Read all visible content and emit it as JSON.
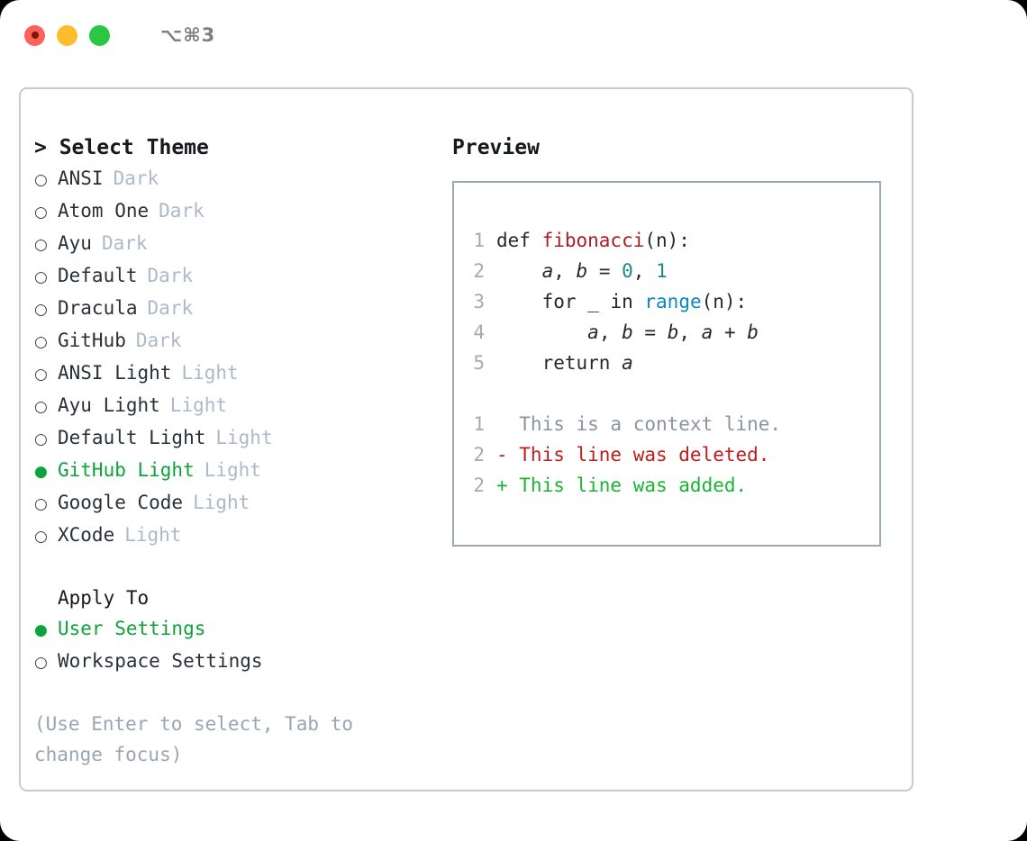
{
  "titlebar": {
    "shortcut": "⌥⌘3",
    "lights": [
      "close-red",
      "minimize-yellow",
      "zoom-green"
    ]
  },
  "theme_picker": {
    "heading": "> Select Theme",
    "marker_selected": "●",
    "marker_unselected": "○",
    "items": [
      {
        "label": "ANSI",
        "tag": "Dark",
        "selected": false
      },
      {
        "label": "Atom One",
        "tag": "Dark",
        "selected": false
      },
      {
        "label": "Ayu",
        "tag": "Dark",
        "selected": false
      },
      {
        "label": "Default",
        "tag": "Dark",
        "selected": false
      },
      {
        "label": "Dracula",
        "tag": "Dark",
        "selected": false
      },
      {
        "label": "GitHub",
        "tag": "Dark",
        "selected": false
      },
      {
        "label": "ANSI Light",
        "tag": "Light",
        "selected": false
      },
      {
        "label": "Ayu Light",
        "tag": "Light",
        "selected": false
      },
      {
        "label": "Default Light",
        "tag": "Light",
        "selected": false
      },
      {
        "label": "GitHub Light",
        "tag": "Light",
        "selected": true
      },
      {
        "label": "Google Code",
        "tag": "Light",
        "selected": false
      },
      {
        "label": "XCode",
        "tag": "Light",
        "selected": false
      }
    ]
  },
  "apply_to": {
    "heading": "Apply To",
    "options": [
      {
        "label": "User Settings",
        "selected": true
      },
      {
        "label": "Workspace Settings",
        "selected": false
      }
    ]
  },
  "hint": "(Use Enter to select, Tab to change focus)",
  "preview": {
    "title": "Preview",
    "code_lines": [
      {
        "no": "1",
        "tokens": [
          {
            "t": "def ",
            "c": "kw"
          },
          {
            "t": "fibonacci",
            "c": "fn"
          },
          {
            "t": "(n):",
            "c": "punc"
          }
        ]
      },
      {
        "no": "2",
        "tokens": [
          {
            "t": "    ",
            "c": "punc"
          },
          {
            "t": "a",
            "c": "var"
          },
          {
            "t": ", ",
            "c": "punc"
          },
          {
            "t": "b",
            "c": "var"
          },
          {
            "t": " = ",
            "c": "punc"
          },
          {
            "t": "0",
            "c": "num"
          },
          {
            "t": ", ",
            "c": "punc"
          },
          {
            "t": "1",
            "c": "num"
          }
        ]
      },
      {
        "no": "3",
        "tokens": [
          {
            "t": "    for ",
            "c": "kw"
          },
          {
            "t": "_",
            "c": "var"
          },
          {
            "t": " in ",
            "c": "kw"
          },
          {
            "t": "range",
            "c": "call"
          },
          {
            "t": "(n):",
            "c": "punc"
          }
        ]
      },
      {
        "no": "4",
        "tokens": [
          {
            "t": "        ",
            "c": "punc"
          },
          {
            "t": "a",
            "c": "var"
          },
          {
            "t": ", ",
            "c": "punc"
          },
          {
            "t": "b",
            "c": "var"
          },
          {
            "t": " = ",
            "c": "punc"
          },
          {
            "t": "b",
            "c": "var"
          },
          {
            "t": ", ",
            "c": "punc"
          },
          {
            "t": "a",
            "c": "var"
          },
          {
            "t": " + ",
            "c": "punc"
          },
          {
            "t": "b",
            "c": "var"
          }
        ]
      },
      {
        "no": "5",
        "tokens": [
          {
            "t": "    return ",
            "c": "kw"
          },
          {
            "t": "a",
            "c": "var"
          }
        ]
      }
    ],
    "diff_lines": [
      {
        "no": "1",
        "kind": "ctx",
        "text": "  This is a context line."
      },
      {
        "no": "2",
        "kind": "del",
        "text": "- This line was deleted."
      },
      {
        "no": "2",
        "kind": "add",
        "text": "+ This line was added."
      }
    ]
  },
  "colors": {
    "accent_green": "#0ba33a",
    "diff_add": "#18b432",
    "diff_del": "#bf1d1d",
    "function": "#a61d24",
    "number": "#1a8a80",
    "builtin": "#1184c4",
    "muted": "#adb9c9",
    "border": "#c3cbd6",
    "preview_border": "#9aa8b8"
  }
}
